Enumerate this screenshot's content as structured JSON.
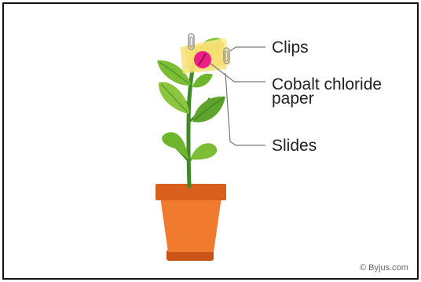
{
  "labels": {
    "clips": "Clips",
    "cobalt_line1": "Cobalt chloride",
    "cobalt_line2": "paper",
    "slides": "Slides"
  },
  "credit": "© Byjus.com",
  "colors": {
    "leaf_light": "#8cc63f",
    "leaf_dark": "#4f9a2a",
    "stem": "#3f8a25",
    "pot": "#f07b2e",
    "pot_rim": "#d95f1c",
    "pot_base": "#c85418",
    "slide": "#fbe98b",
    "cobalt_paper": "#ec1f86",
    "leader_line": "#777777",
    "frame": "#111111"
  }
}
